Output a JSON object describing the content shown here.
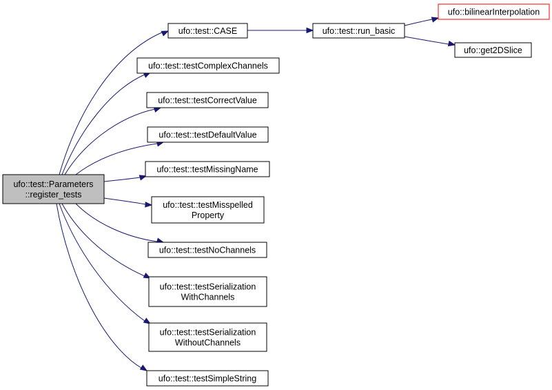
{
  "graph": {
    "root": {
      "lines": [
        "ufo::test::Parameters",
        "::register_tests"
      ],
      "fill": "#bfbfbf",
      "stroke": "#000000"
    },
    "nodes": [
      {
        "id": "case",
        "lines": [
          "ufo::test::CASE"
        ],
        "fill": "#ffffff",
        "stroke": "#000000"
      },
      {
        "id": "run_basic",
        "lines": [
          "ufo::test::run_basic"
        ],
        "fill": "#ffffff",
        "stroke": "#000000"
      },
      {
        "id": "bilinear",
        "lines": [
          "ufo::bilinearInterpolation"
        ],
        "fill": "#ffffff",
        "stroke": "#ff0000"
      },
      {
        "id": "get2d",
        "lines": [
          "ufo::get2DSlice"
        ],
        "fill": "#ffffff",
        "stroke": "#000000"
      },
      {
        "id": "complex",
        "lines": [
          "ufo::test::testComplexChannels"
        ],
        "fill": "#ffffff",
        "stroke": "#000000"
      },
      {
        "id": "correct",
        "lines": [
          "ufo::test::testCorrectValue"
        ],
        "fill": "#ffffff",
        "stroke": "#000000"
      },
      {
        "id": "default",
        "lines": [
          "ufo::test::testDefaultValue"
        ],
        "fill": "#ffffff",
        "stroke": "#000000"
      },
      {
        "id": "missingname",
        "lines": [
          "ufo::test::testMissingName"
        ],
        "fill": "#ffffff",
        "stroke": "#000000"
      },
      {
        "id": "misspelled",
        "lines": [
          "ufo::test::testMisspelled",
          "Property"
        ],
        "fill": "#ffffff",
        "stroke": "#000000"
      },
      {
        "id": "nochannels",
        "lines": [
          "ufo::test::testNoChannels"
        ],
        "fill": "#ffffff",
        "stroke": "#000000"
      },
      {
        "id": "serwith",
        "lines": [
          "ufo::test::testSerialization",
          "WithChannels"
        ],
        "fill": "#ffffff",
        "stroke": "#000000"
      },
      {
        "id": "serwithout",
        "lines": [
          "ufo::test::testSerialization",
          "WithoutChannels"
        ],
        "fill": "#ffffff",
        "stroke": "#000000"
      },
      {
        "id": "simplestring",
        "lines": [
          "ufo::test::testSimpleString"
        ],
        "fill": "#ffffff",
        "stroke": "#000000"
      }
    ],
    "edge_color": "#191970"
  }
}
